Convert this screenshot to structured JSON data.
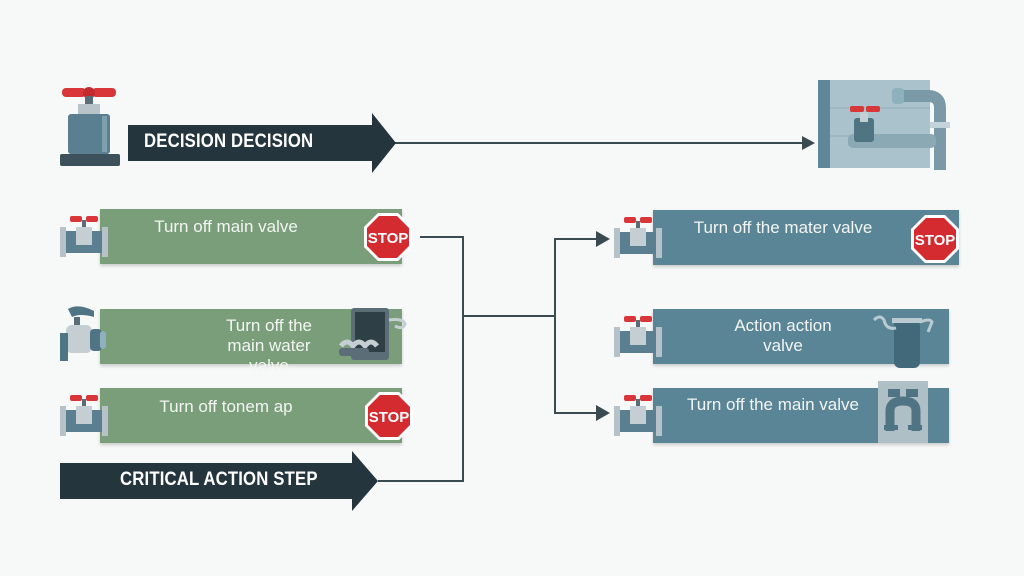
{
  "diagram": {
    "colors": {
      "banner": "#25353d",
      "green_card": "#7a9e7a",
      "blue_card": "#5a8596",
      "stop_red": "#d32b2f",
      "valve_handle": "#d9363a",
      "connector": "#3b4b52"
    },
    "top_banner": {
      "label": "DECISION DECISION",
      "icon": "faucet-valve-icon"
    },
    "destination": {
      "icon": "pipe-system-icon"
    },
    "left_steps": [
      {
        "label": "Turn off main valve",
        "icon_left": "valve-icon",
        "icon_right": "stop-sign-icon",
        "stop_text": "STOP"
      },
      {
        "label": "Turn off the main water valve",
        "icon_left": "spigot-icon",
        "icon_right": "water-heater-icon"
      },
      {
        "label": "Turn off tonem ap",
        "icon_left": "valve-icon",
        "icon_right": "stop-sign-icon",
        "stop_text": "STOP"
      }
    ],
    "bottom_banner": {
      "label": "CRITICAL ACTION STEP"
    },
    "right_steps": [
      {
        "label": "Turn off the mater valve",
        "icon_left": "valve-icon",
        "icon_right": "stop-sign-icon",
        "stop_text": "STOP"
      },
      {
        "label": "Action action valve",
        "icon_left": "valve-icon",
        "icon_right": "p-trap-icon"
      },
      {
        "label": "Turn off the main valve",
        "icon_left": "valve-icon",
        "icon_right": "pipe-fitting-icon"
      }
    ]
  }
}
